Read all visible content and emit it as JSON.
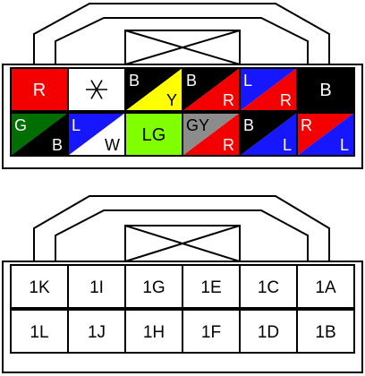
{
  "colors": {
    "R": "#f40000",
    "B": "#000000",
    "W": "#ffffff",
    "G": "#006e00",
    "L": "#1717ff",
    "Y": "#ffff00",
    "LG": "#80ff00",
    "GY": "#8c8c8c"
  },
  "color_connector": {
    "upper_row": [
      {
        "id": "c1",
        "label_tl": "",
        "label_br": "",
        "label_center": "R",
        "split": false,
        "color1": "R",
        "color2": "R"
      },
      {
        "id": "c2",
        "label_tl": "",
        "label_br": "",
        "label_center": "",
        "split": false,
        "color1": "W",
        "color2": "W",
        "empty_pin": true
      },
      {
        "id": "c3",
        "label_tl": "B",
        "label_br": "Y",
        "label_center": "",
        "split": true,
        "color1": "B",
        "color2": "Y"
      },
      {
        "id": "c4",
        "label_tl": "B",
        "label_br": "R",
        "label_center": "",
        "split": true,
        "color1": "B",
        "color2": "R"
      },
      {
        "id": "c5",
        "label_tl": "L",
        "label_br": "R",
        "label_center": "",
        "split": true,
        "color1": "L",
        "color2": "R"
      },
      {
        "id": "c6",
        "label_tl": "",
        "label_br": "",
        "label_center": "B",
        "split": false,
        "color1": "B",
        "color2": "B"
      }
    ],
    "lower_row": [
      {
        "id": "c7",
        "label_tl": "G",
        "label_br": "B",
        "label_center": "",
        "split": true,
        "color1": "G",
        "color2": "B"
      },
      {
        "id": "c8",
        "label_tl": "L",
        "label_br": "W",
        "label_center": "",
        "split": true,
        "color1": "L",
        "color2": "W"
      },
      {
        "id": "c9",
        "label_tl": "",
        "label_br": "",
        "label_center": "LG",
        "split": false,
        "color1": "LG",
        "color2": "LG"
      },
      {
        "id": "c10",
        "label_tl": "GY",
        "label_br": "R",
        "label_center": "",
        "split": true,
        "color1": "GY",
        "color2": "R"
      },
      {
        "id": "c11",
        "label_tl": "B",
        "label_br": "L",
        "label_center": "",
        "split": true,
        "color1": "B",
        "color2": "L"
      },
      {
        "id": "c12",
        "label_tl": "R",
        "label_br": "L",
        "label_center": "",
        "split": true,
        "color1": "R",
        "color2": "L"
      }
    ]
  },
  "pin_connector": {
    "upper_row": [
      "1K",
      "1I",
      "1G",
      "1E",
      "1C",
      "1A"
    ],
    "lower_row": [
      "1L",
      "1J",
      "1H",
      "1F",
      "1D",
      "1B"
    ]
  }
}
